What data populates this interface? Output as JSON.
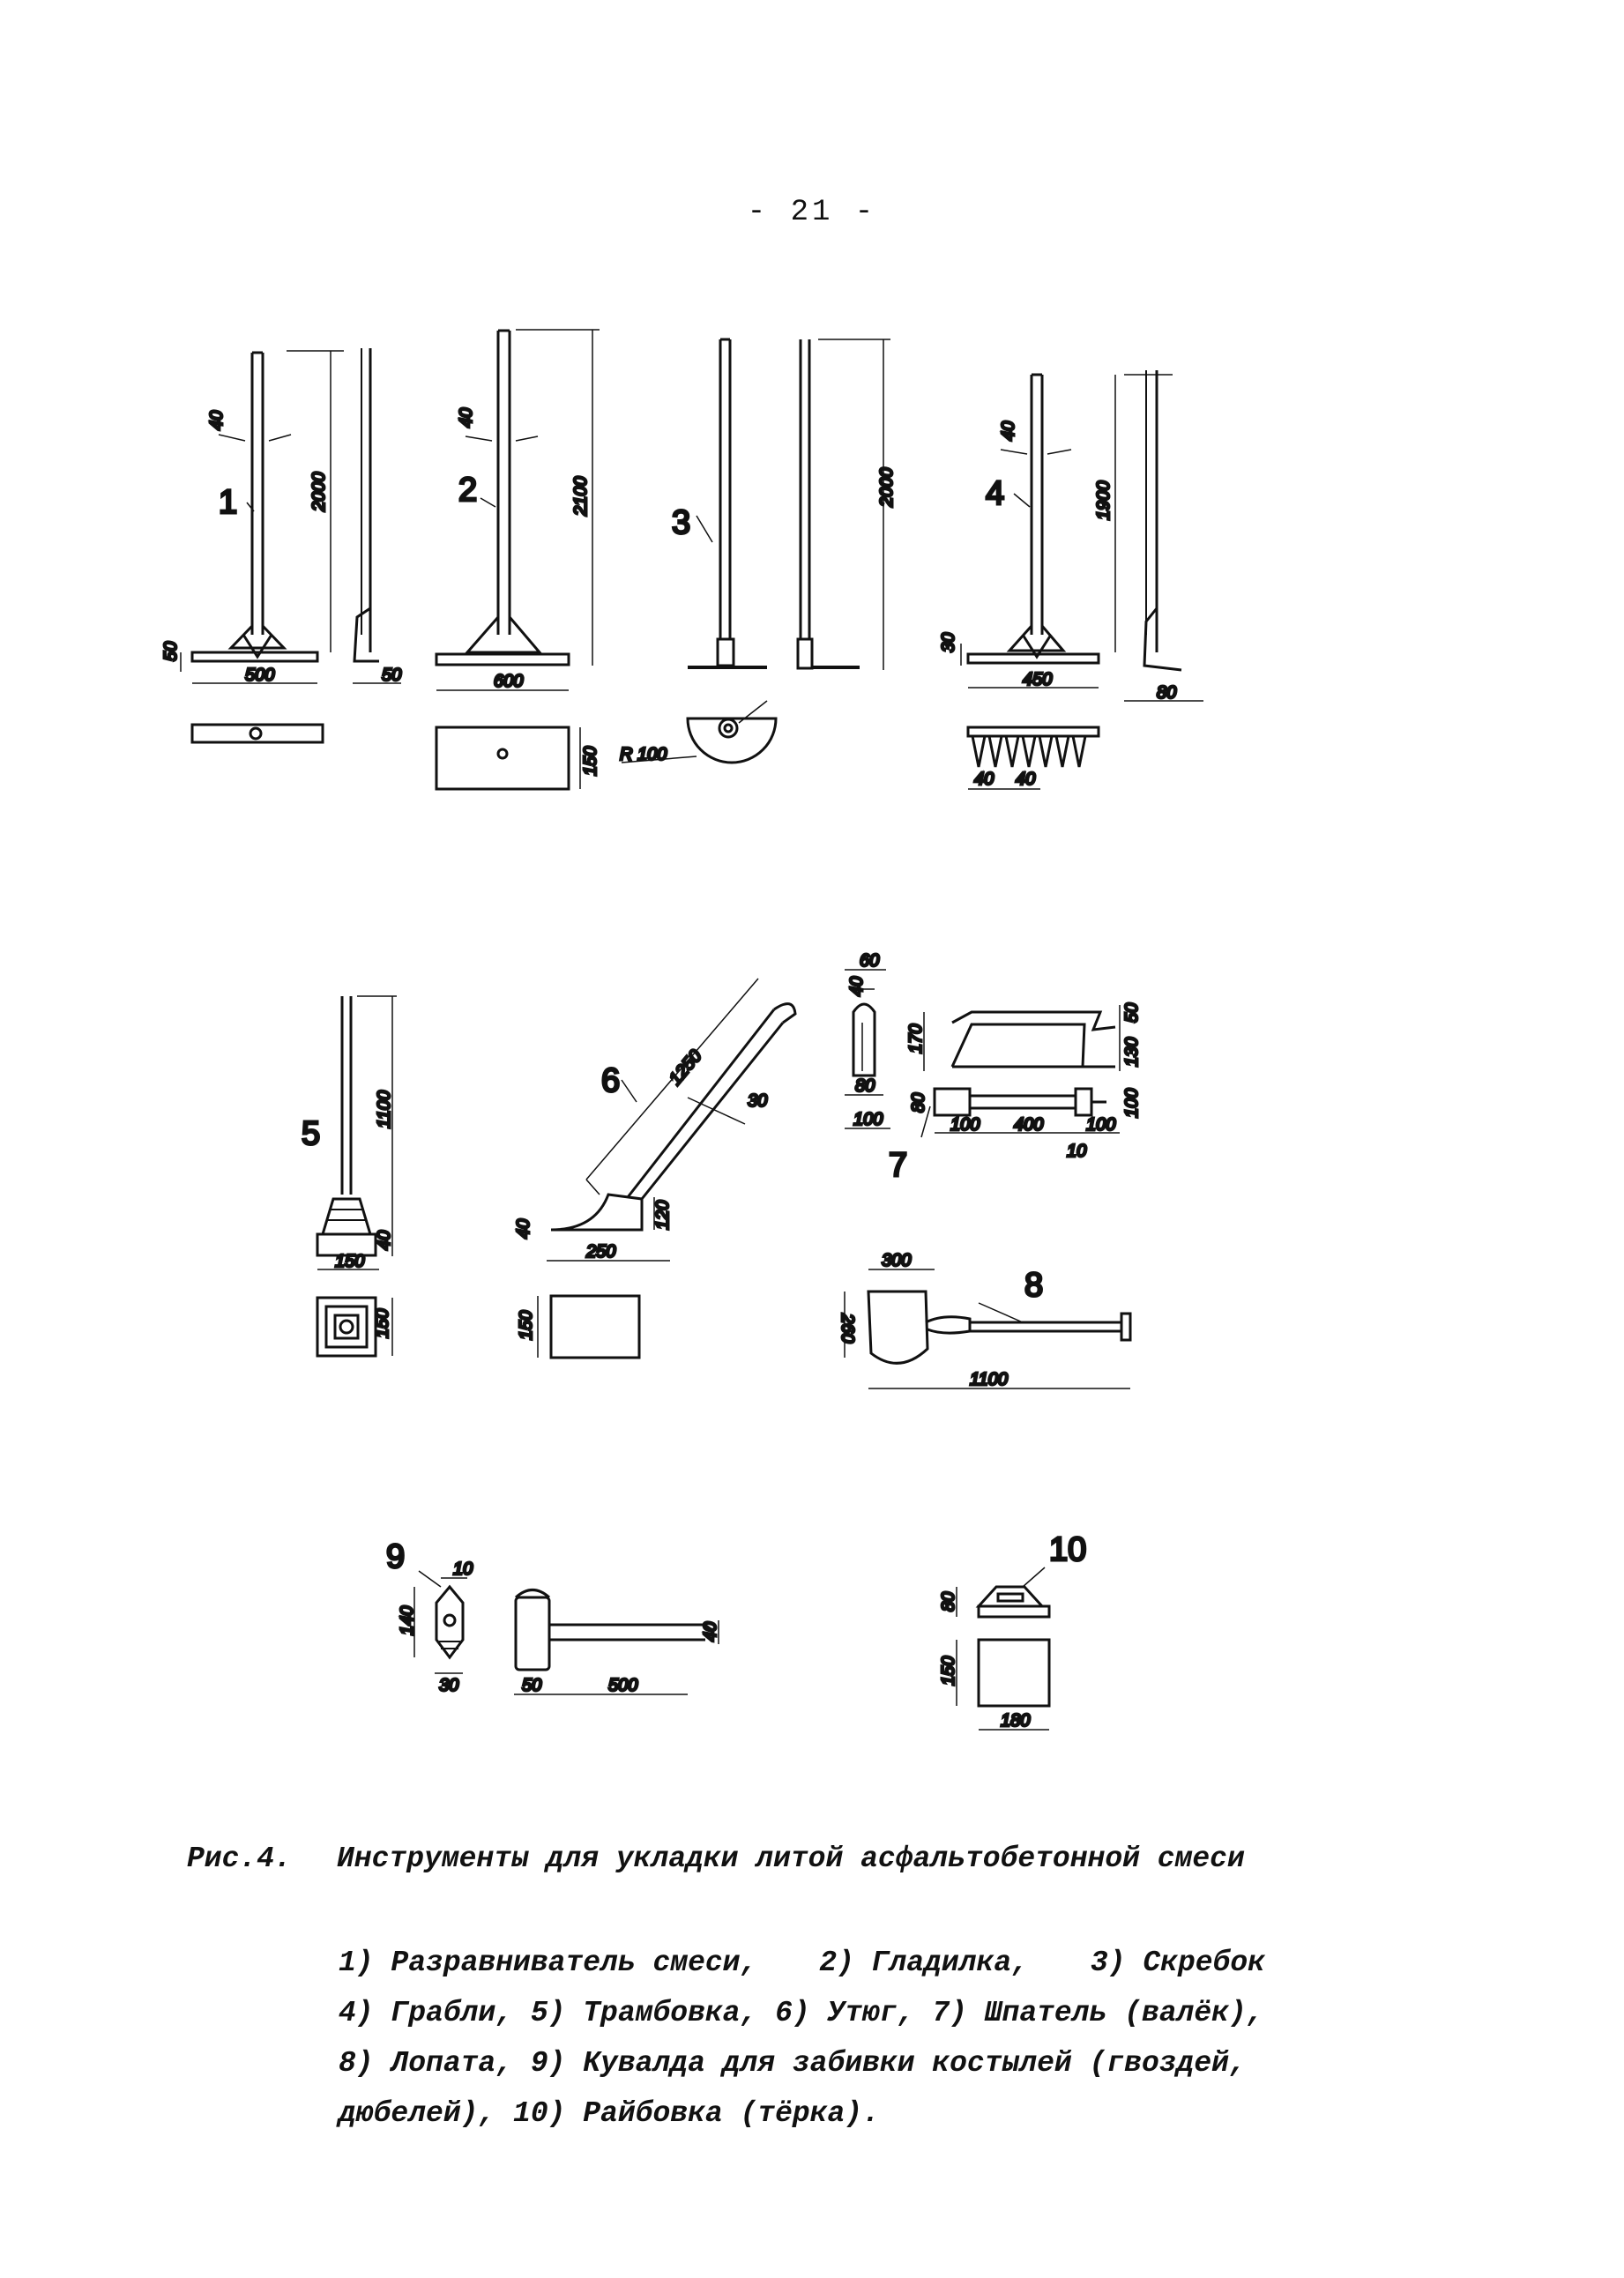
{
  "page_number": "- 21 -",
  "figure": {
    "label": "Рис.4.",
    "title": "Инструменты для укладки литой асфальтобетонной смеси",
    "legend_lines": [
      [
        "1) Разравниватель смеси,",
        "2) Гладилка,",
        "3) Скребок"
      ],
      [
        "4) Грабли, 5) Трамбовка, 6) Утюг, 7) Шпатель (валёк),"
      ],
      [
        "8) Лопата, 9) Кувалда для забивки  костылей (гвоздей,"
      ],
      [
        "дюбелей), 10) Райбовка (тёрка)."
      ]
    ]
  },
  "callouts": {
    "t1": "1",
    "t2": "2",
    "t3": "3",
    "t4": "4",
    "t5": "5",
    "t6": "6",
    "t7": "7",
    "t8": "8",
    "t9": "9",
    "t10": "10"
  },
  "dimensions": {
    "t1_width": "40",
    "t1_height": "2000",
    "t1_base": "50",
    "t1_length": "500",
    "t1_side": "50",
    "t2_width": "40",
    "t2_height": "2100",
    "t2_length": "600",
    "t2_depth": "150",
    "t3_height": "2000",
    "t3_radius": "R 100",
    "t4_width": "40",
    "t4_height": "1900",
    "t4_base": "30",
    "t4_length": "450",
    "t4_side": "80",
    "t4_tooth": "40",
    "t4_gap": "40",
    "t5_height": "1100",
    "t5_head": "40",
    "t5_width": "150",
    "t5_depth": "150",
    "t6_length": "1250",
    "t6_handle": "30",
    "t6_heel": "40",
    "t6_height": "120",
    "t6_width": "250",
    "t6_depth": "150",
    "t7_top": "60",
    "t7_inner": "40",
    "t7_bottom": "80",
    "t7_foot": "100",
    "t7_h1": "170",
    "t7_h2": "50",
    "t7_h3": "130",
    "t7_side": "80",
    "t7_l1": "100",
    "t7_l2": "400",
    "t7_l3": "100",
    "t7_l4": "10",
    "t7_h4": "100",
    "t8_width": "300",
    "t8_height": "260",
    "t8_length": "1100",
    "t9_top": "10",
    "t9_height": "140",
    "t9_base": "30",
    "t9_head": "50",
    "t9_handle": "500",
    "t9_dia": "40",
    "t10_handle": "80",
    "t10_depth": "150",
    "t10_width": "180"
  }
}
